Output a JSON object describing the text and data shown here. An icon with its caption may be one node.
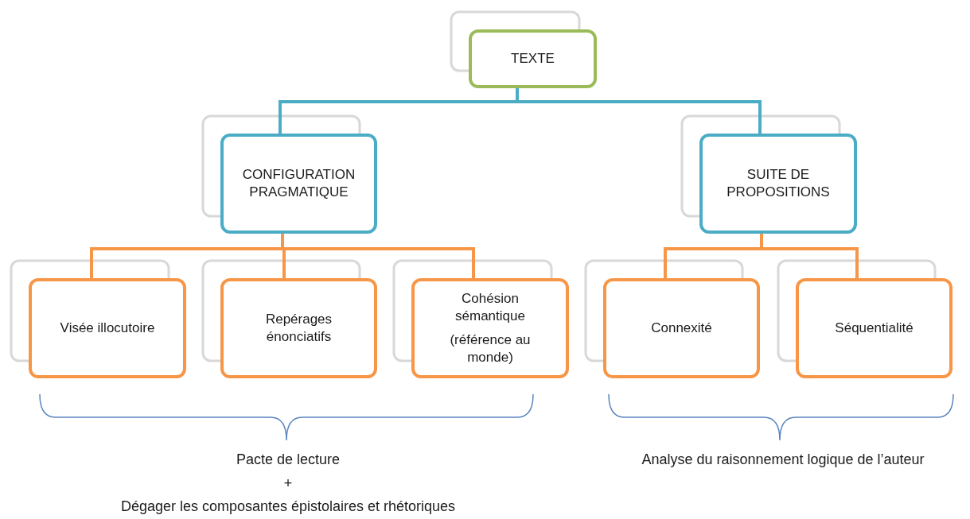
{
  "diagram": {
    "nodes": [
      {
        "text": [
          "TEXTE"
        ]
      },
      {
        "text": [
          "CONFIGURATION PRAGMATIQUE"
        ]
      },
      {
        "text": [
          "SUITE DE PROPOSITIONS"
        ]
      },
      {
        "text": [
          "Visée illocutoire"
        ]
      },
      {
        "text": [
          "Repérages énonciatifs"
        ]
      },
      {
        "text": [
          "Cohésion sémantique",
          "(référence au monde)"
        ]
      },
      {
        "text": [
          "Connexité"
        ]
      },
      {
        "text": [
          "Séquentialité"
        ]
      }
    ],
    "edges": [
      {
        "from": 0,
        "to": 1,
        "arrow": "none",
        "color": "#4bacc6"
      },
      {
        "from": 0,
        "to": 2,
        "arrow": "none",
        "color": "#4bacc6"
      },
      {
        "from": 1,
        "to": 3,
        "arrow": "none"
      },
      {
        "from": 1,
        "to": 4,
        "arrow": "none"
      },
      {
        "from": 1,
        "to": 5,
        "arrow": "none"
      },
      {
        "from": 2,
        "to": 6,
        "arrow": "none"
      },
      {
        "from": 2,
        "to": 7,
        "arrow": "none"
      }
    ],
    "labels": [
      "Pacte de lecture",
      "+",
      "Dégager les composantes épistolaires et rhétoriques",
      "Analyse du raisonnement logique de l’auteur"
    ]
  }
}
